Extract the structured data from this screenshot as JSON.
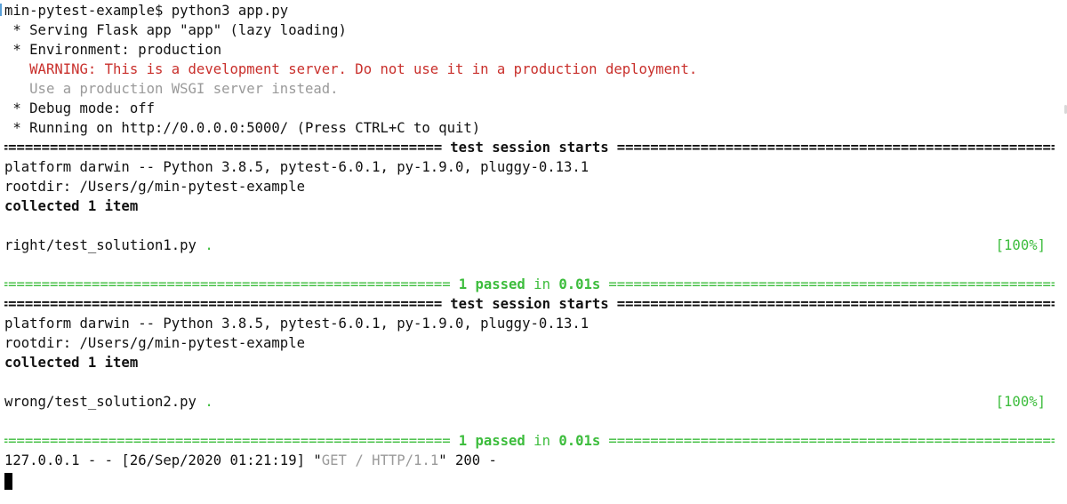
{
  "prompt": "min-pytest-example$ python3 app.py",
  "flask": {
    "serving": " * Serving Flask app \"app\" (lazy loading)",
    "environment": " * Environment: production",
    "warning": "   WARNING: This is a development server. Do not use it in a production deployment.",
    "wsgi_hint": "   Use a production WSGI server instead.",
    "debug": " * Debug mode: off",
    "running": " * Running on http://0.0.0.0:5000/ (Press CTRL+C to quit)"
  },
  "separator_char": "=",
  "sessions": [
    {
      "header": "test session starts",
      "platform": "platform darwin -- Python 3.8.5, pytest-6.0.1, py-1.9.0, pluggy-0.13.1",
      "rootdir": "rootdir: /Users/g/min-pytest-example",
      "collected": "collected 1 item",
      "test_file": "right/test_solution1.py",
      "test_dot": " .",
      "progress": "[100%]",
      "result_count": "1 passed",
      "result_mid": " in ",
      "result_time": "0.01s"
    },
    {
      "header": "test session starts",
      "platform": "platform darwin -- Python 3.8.5, pytest-6.0.1, py-1.9.0, pluggy-0.13.1",
      "rootdir": "rootdir: /Users/g/min-pytest-example",
      "collected": "collected 1 item",
      "test_file": "wrong/test_solution2.py",
      "test_dot": " .",
      "progress": "[100%]",
      "result_count": "1 passed",
      "result_mid": " in ",
      "result_time": "0.01s"
    }
  ],
  "access_log": {
    "prefix": "127.0.0.1 - - [26/Sep/2020 01:21:19] \"",
    "request": "GET / HTTP/1.1",
    "suffix": "\" 200 -"
  },
  "colors": {
    "warning": "#c9302c",
    "dim": "#9a9a9a",
    "pass_green": "#3dbd3d",
    "text": "#111111"
  }
}
